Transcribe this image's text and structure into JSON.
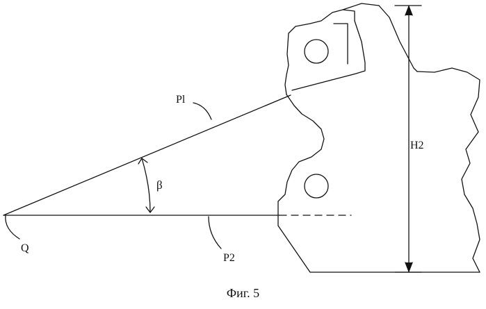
{
  "labels": {
    "p1": "Pl",
    "p2": "P2",
    "q": "Q",
    "beta": "β",
    "h2": "H2"
  },
  "caption": "Фиг. 5"
}
